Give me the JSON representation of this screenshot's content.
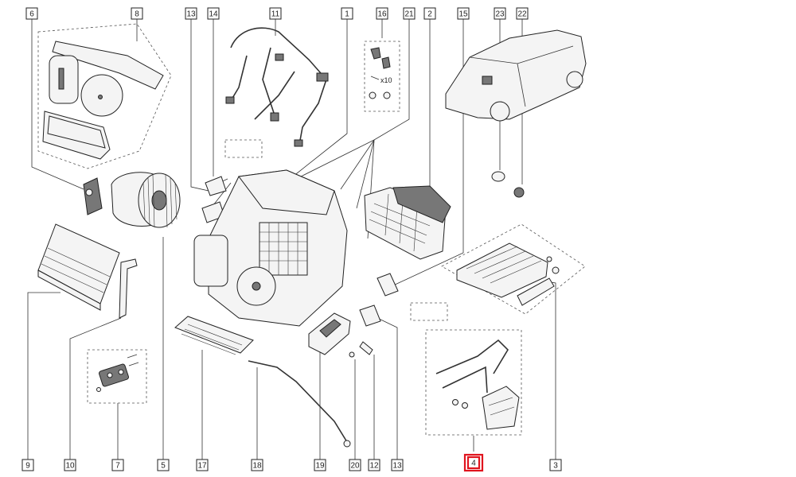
{
  "diagram": {
    "highlight_color": "#e0141e",
    "qty_note": "x10",
    "callouts": [
      {
        "id": "c6",
        "label": "6"
      },
      {
        "id": "c8",
        "label": "8"
      },
      {
        "id": "c13a",
        "label": "13"
      },
      {
        "id": "c14",
        "label": "14"
      },
      {
        "id": "c11",
        "label": "11"
      },
      {
        "id": "c1",
        "label": "1"
      },
      {
        "id": "c16",
        "label": "16"
      },
      {
        "id": "c21",
        "label": "21"
      },
      {
        "id": "c2",
        "label": "2"
      },
      {
        "id": "c15",
        "label": "15"
      },
      {
        "id": "c23",
        "label": "23"
      },
      {
        "id": "c22",
        "label": "22"
      },
      {
        "id": "c9",
        "label": "9"
      },
      {
        "id": "c10",
        "label": "10"
      },
      {
        "id": "c7",
        "label": "7"
      },
      {
        "id": "c5",
        "label": "5"
      },
      {
        "id": "c17",
        "label": "17"
      },
      {
        "id": "c18",
        "label": "18"
      },
      {
        "id": "c19",
        "label": "19"
      },
      {
        "id": "c20",
        "label": "20"
      },
      {
        "id": "c12",
        "label": "12"
      },
      {
        "id": "c13b",
        "label": "13"
      },
      {
        "id": "c4",
        "label": "4",
        "highlighted": true
      },
      {
        "id": "c3",
        "label": "3"
      }
    ]
  }
}
